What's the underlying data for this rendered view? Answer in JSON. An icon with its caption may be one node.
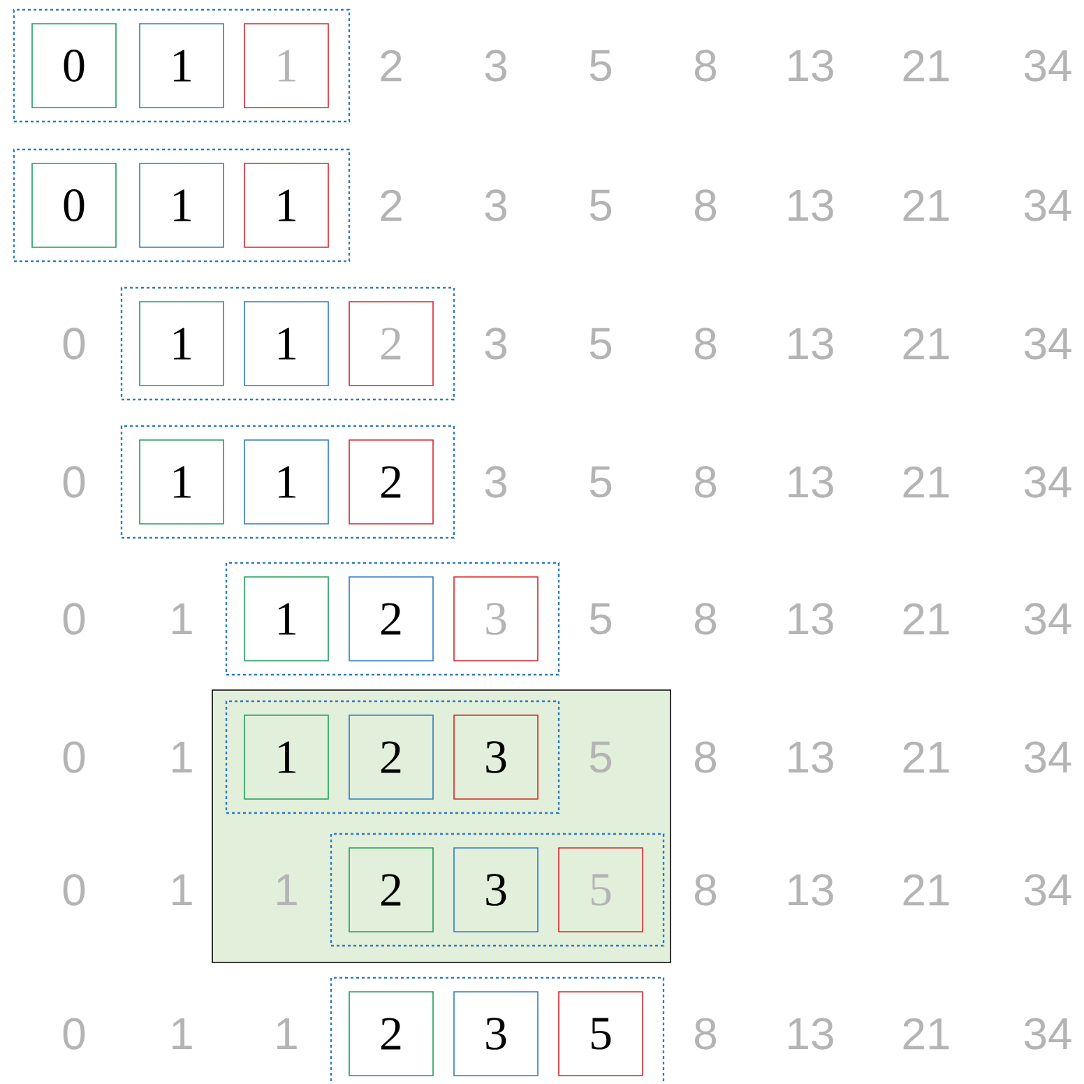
{
  "diagram": {
    "nodes": [
      {
        "text": [],
        "shape": "box"
      },
      {
        "text": [
          "0"
        ],
        "in": 0
      },
      {
        "text": [
          "1"
        ],
        "in": 0
      },
      {
        "text": [
          "1"
        ],
        "in": 0
      },
      {
        "text": [],
        "shape": "box"
      },
      {
        "text": [
          "0"
        ],
        "in": 4
      },
      {
        "text": [
          "1"
        ],
        "in": 4
      },
      {
        "text": [
          "1"
        ],
        "in": 4
      },
      {
        "text": [],
        "shape": "box"
      },
      {
        "text": [
          "1"
        ],
        "in": 8
      },
      {
        "text": [
          "1"
        ],
        "in": 8
      },
      {
        "text": [
          "2"
        ],
        "in": 8
      },
      {
        "text": [],
        "shape": "box"
      },
      {
        "text": [
          "1"
        ],
        "in": 12
      },
      {
        "text": [
          "1"
        ],
        "in": 12
      },
      {
        "text": [
          "2"
        ],
        "in": 12
      },
      {
        "text": [],
        "shape": "box"
      },
      {
        "text": [
          "1"
        ],
        "in": 16
      },
      {
        "text": [
          "2"
        ],
        "in": 16
      },
      {
        "text": [
          "3"
        ],
        "in": 16
      },
      {
        "text": [],
        "shape": "box"
      },
      {
        "text": [],
        "shape": "box",
        "in": 20
      },
      {
        "text": [
          "1"
        ],
        "in": 21
      },
      {
        "text": [
          "2"
        ],
        "in": 21
      },
      {
        "text": [
          "3"
        ],
        "in": 21
      },
      {
        "text": [],
        "shape": "box",
        "in": 20
      },
      {
        "text": [
          "2"
        ],
        "in": 25
      },
      {
        "text": [
          "3"
        ],
        "in": 25
      },
      {
        "text": [
          "5"
        ],
        "in": 25
      },
      {
        "text": [],
        "shape": "box"
      },
      {
        "text": [
          "2"
        ],
        "in": 29
      },
      {
        "text": [
          "3"
        ],
        "in": 29
      },
      {
        "text": [
          "5"
        ],
        "in": 29
      }
    ],
    "labels": [
      "2",
      "3",
      "5",
      "8",
      "13",
      "21",
      "34",
      "2",
      "3",
      "5",
      "8",
      "13",
      "21",
      "34",
      "0",
      "3",
      "5",
      "8",
      "13",
      "21",
      "34",
      "0",
      "3",
      "5",
      "8",
      "13",
      "21",
      "34",
      "0",
      "1",
      "5",
      "8",
      "13",
      "21",
      "34",
      "0",
      "1",
      "5",
      "8",
      "13",
      "21",
      "34",
      "0",
      "1",
      "1",
      "8",
      "13",
      "21",
      "34",
      "0",
      "1",
      "1",
      "8",
      "13",
      "21",
      "34"
    ]
  }
}
